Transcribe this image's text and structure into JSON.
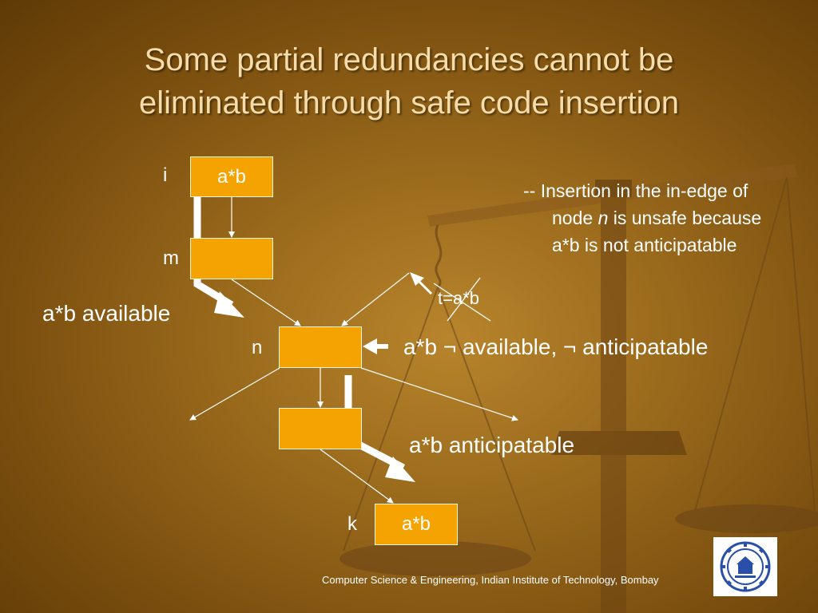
{
  "slide": {
    "title_line1": "Some partial redundancies cannot be",
    "title_line2": "eliminated through safe code insertion"
  },
  "diagram": {
    "nodes": {
      "i": {
        "label": "i",
        "content": "a*b"
      },
      "m": {
        "label": "m",
        "content": ""
      },
      "n": {
        "label": "n",
        "content": ""
      },
      "below_n": {
        "content": ""
      },
      "k": {
        "label": "k",
        "content": "a*b"
      }
    },
    "edge_label": "t=a*b",
    "available_label": "a*b available",
    "not_available_label": "a*b ¬ available, ¬ anticipatable",
    "anticipatable_label": "a*b anticipatable"
  },
  "note": {
    "line1": "-- Insertion in the in-edge of",
    "line2_prefix": "node ",
    "line2_italic": "n",
    "line2_suffix": " is unsafe because",
    "line3": "a*b is not anticipatable"
  },
  "footer": {
    "text": "Computer  Science & Engineering, Indian Institute of Technology,  Bombay"
  },
  "logo": {
    "icon": "iit-bombay-seal-icon"
  },
  "colors": {
    "node_fill": "#f5a300",
    "title": "#f5dca8",
    "background": "#9a6a1c"
  }
}
